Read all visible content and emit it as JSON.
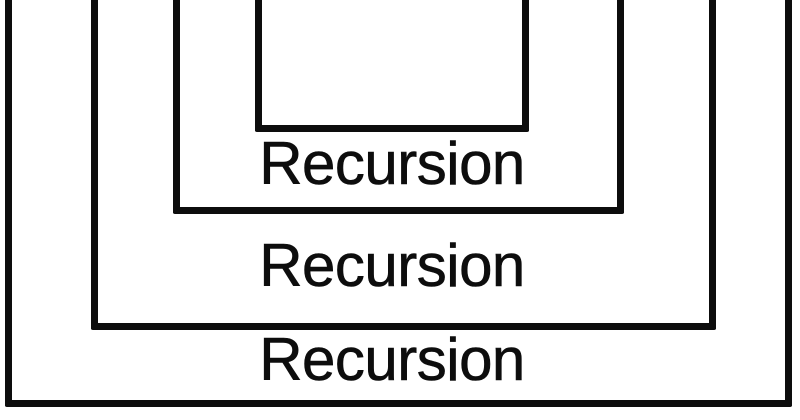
{
  "diagram": {
    "name": "recursion-nested-boxes",
    "description": "Four nested rectangles, tops cropped off; each outer ring labeled at its bottom",
    "colors": {
      "background": "#ffffff",
      "line": "#0d0d0d",
      "text": "#0d0d0d"
    },
    "boxes": [
      {
        "level": 0,
        "label": "Recursion"
      },
      {
        "level": 1,
        "label": "Recursion"
      },
      {
        "level": 2,
        "label": "Recursion"
      },
      {
        "level": 3
      }
    ]
  }
}
